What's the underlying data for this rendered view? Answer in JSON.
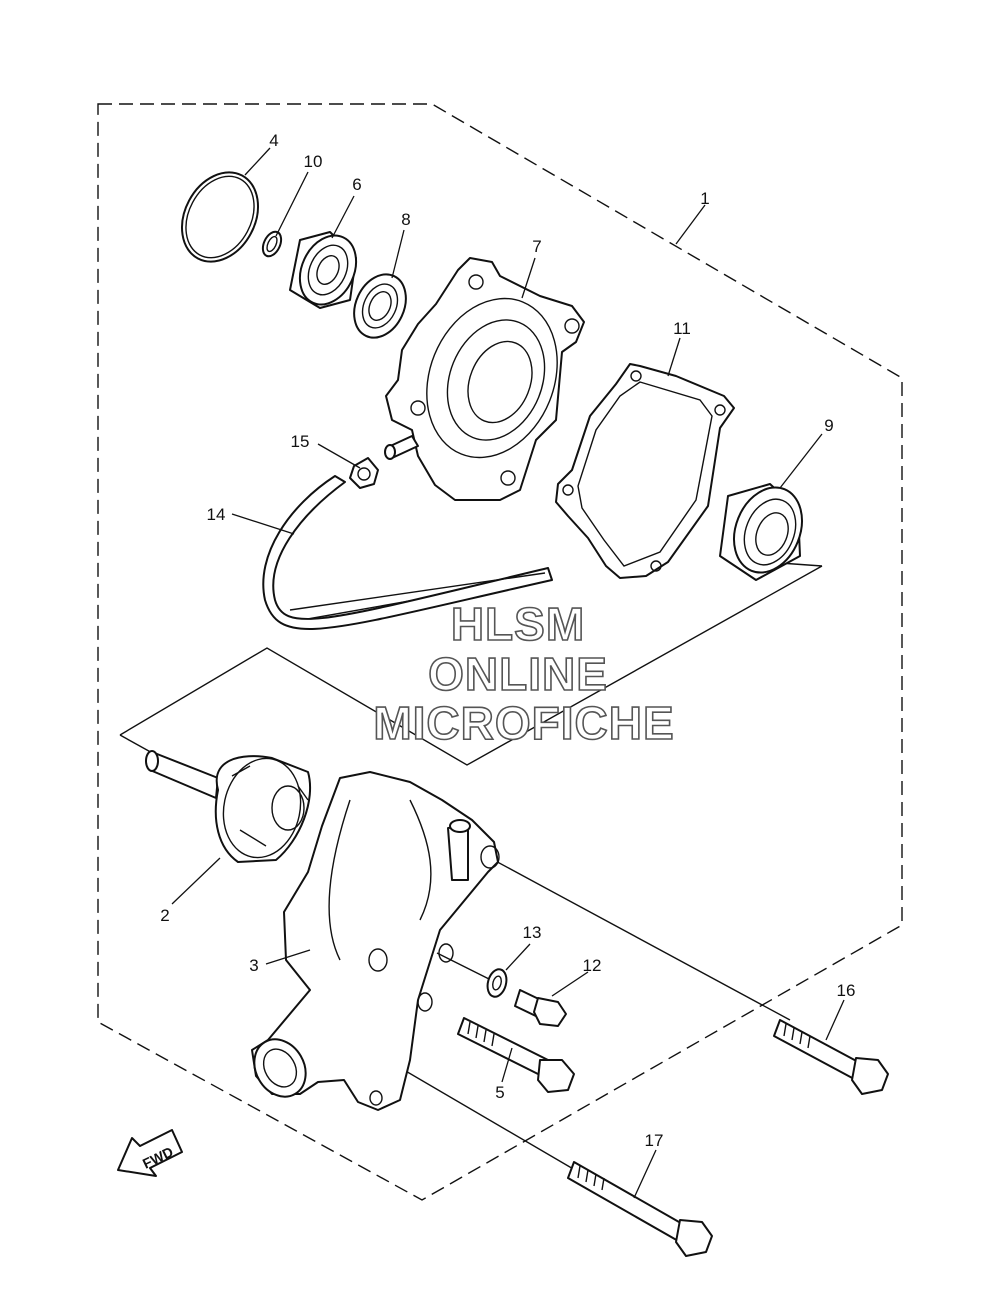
{
  "watermark": {
    "line1": "HLSM",
    "line2": "ONLINE",
    "line3": "MICROFICHE"
  },
  "direction_label": "FWD",
  "callouts": [
    {
      "id": "c1",
      "text": "1"
    },
    {
      "id": "c2",
      "text": "2"
    },
    {
      "id": "c3",
      "text": "3"
    },
    {
      "id": "c4",
      "text": "4"
    },
    {
      "id": "c5",
      "text": "5"
    },
    {
      "id": "c6",
      "text": "6"
    },
    {
      "id": "c7",
      "text": "7"
    },
    {
      "id": "c8",
      "text": "8"
    },
    {
      "id": "c9",
      "text": "9"
    },
    {
      "id": "c10",
      "text": "10"
    },
    {
      "id": "c11",
      "text": "11"
    },
    {
      "id": "c12",
      "text": "12"
    },
    {
      "id": "c13",
      "text": "13"
    },
    {
      "id": "c14",
      "text": "14"
    },
    {
      "id": "c15",
      "text": "15"
    },
    {
      "id": "c16",
      "text": "16"
    },
    {
      "id": "c17",
      "text": "17"
    }
  ]
}
